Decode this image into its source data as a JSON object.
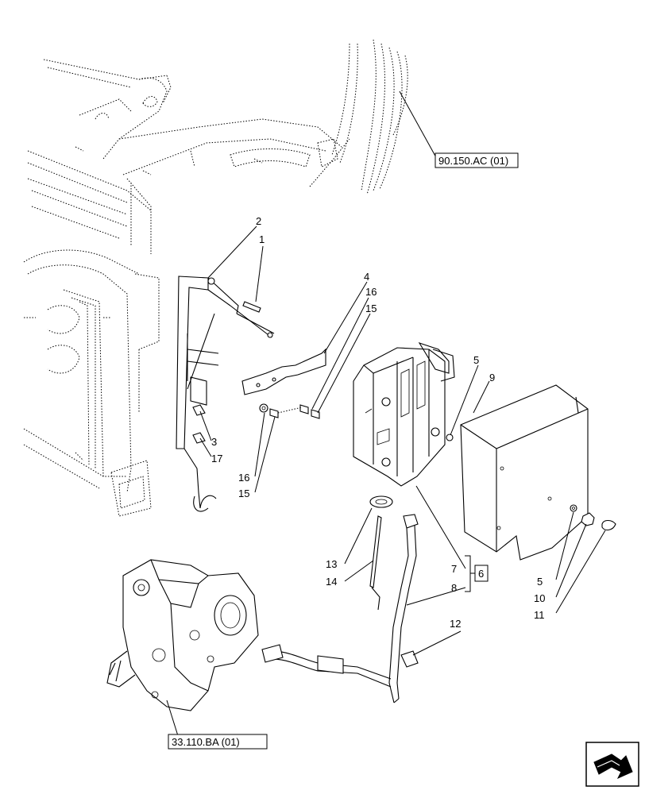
{
  "callouts": {
    "c1": "1",
    "c2": "2",
    "c3": "3",
    "c4": "4",
    "c5a": "5",
    "c5b": "5",
    "c6": "6",
    "c7": "7",
    "c8": "8",
    "c9": "9",
    "c10": "10",
    "c11": "11",
    "c12": "12",
    "c13": "13",
    "c14": "14",
    "c15a": "15",
    "c15b": "15",
    "c16a": "16",
    "c16b": "16",
    "c17": "17"
  },
  "references": {
    "top_ref": "90.150.AC (01)",
    "bottom_ref": "33.110.BA (01)"
  },
  "icons": {
    "nav": "arrow-navigation-icon"
  }
}
